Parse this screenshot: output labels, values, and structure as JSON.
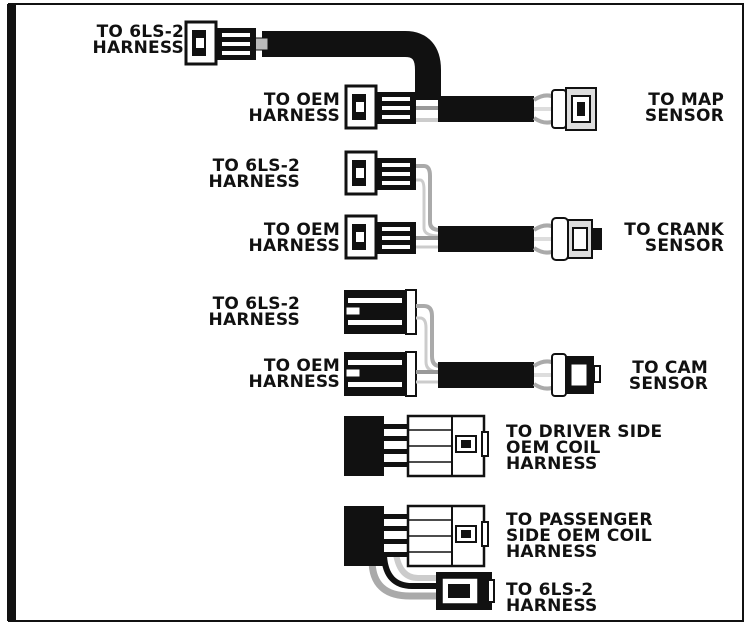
{
  "colors": {
    "ink": "#111111",
    "wire_gray": "#9a9a9a",
    "wire_light": "#d6d6d6",
    "connector_gray": "#8c8c8c",
    "background": "#ffffff"
  },
  "labels": {
    "map_6ls2": [
      "TO 6LS-2",
      "HARNESS"
    ],
    "map_oem": [
      "TO OEM",
      "HARNESS"
    ],
    "map_sensor": [
      "TO MAP",
      "SENSOR"
    ],
    "crank_6ls2": [
      "TO 6LS-2",
      "HARNESS"
    ],
    "crank_oem": [
      "TO OEM",
      "HARNESS"
    ],
    "crank_sensor": [
      "TO CRANK",
      "SENSOR"
    ],
    "cam_6ls2": [
      "TO 6LS-2",
      "HARNESS"
    ],
    "cam_oem": [
      "TO OEM",
      "HARNESS"
    ],
    "cam_sensor": [
      "TO CAM",
      "SENSOR"
    ],
    "driver_coil": [
      "TO DRIVER SIDE",
      "OEM COIL",
      "HARNESS"
    ],
    "passenger_coil": [
      "TO PASSENGER",
      "SIDE OEM COIL",
      "HARNESS"
    ],
    "coil_6ls2": [
      "TO 6LS-2",
      "HARNESS"
    ]
  },
  "components": {
    "map_harness": "map-sensor-adapter",
    "crank_harness": "crank-sensor-adapter",
    "cam_harness": "cam-sensor-adapter",
    "driver_coil_harness": "driver-coil-adapter",
    "passenger_coil_harness": "passenger-coil-adapter"
  }
}
